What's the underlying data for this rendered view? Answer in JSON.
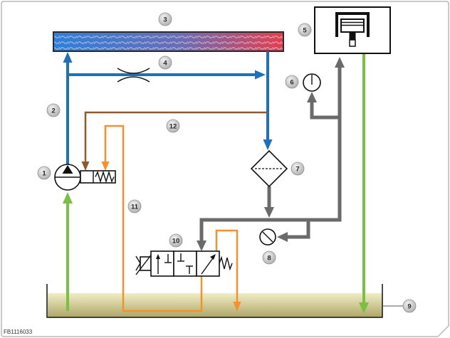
{
  "figure_code": "FB1116033",
  "callouts": [
    "1",
    "2",
    "3",
    "4",
    "5",
    "6",
    "7",
    "8",
    "9",
    "10",
    "11",
    "12"
  ],
  "colors": {
    "line_blue": "#1e6fbe",
    "line_gray": "#6a6a6a",
    "line_green": "#7cc043",
    "line_orange": "#f5902e",
    "line_brown": "#8c5a2e"
  },
  "icons": [
    "pump-icon",
    "cooler-icon",
    "restrictor-icon",
    "piston-icon",
    "gauge-icon",
    "filter-icon",
    "valve-icon",
    "spring-icon",
    "sump-icon"
  ]
}
